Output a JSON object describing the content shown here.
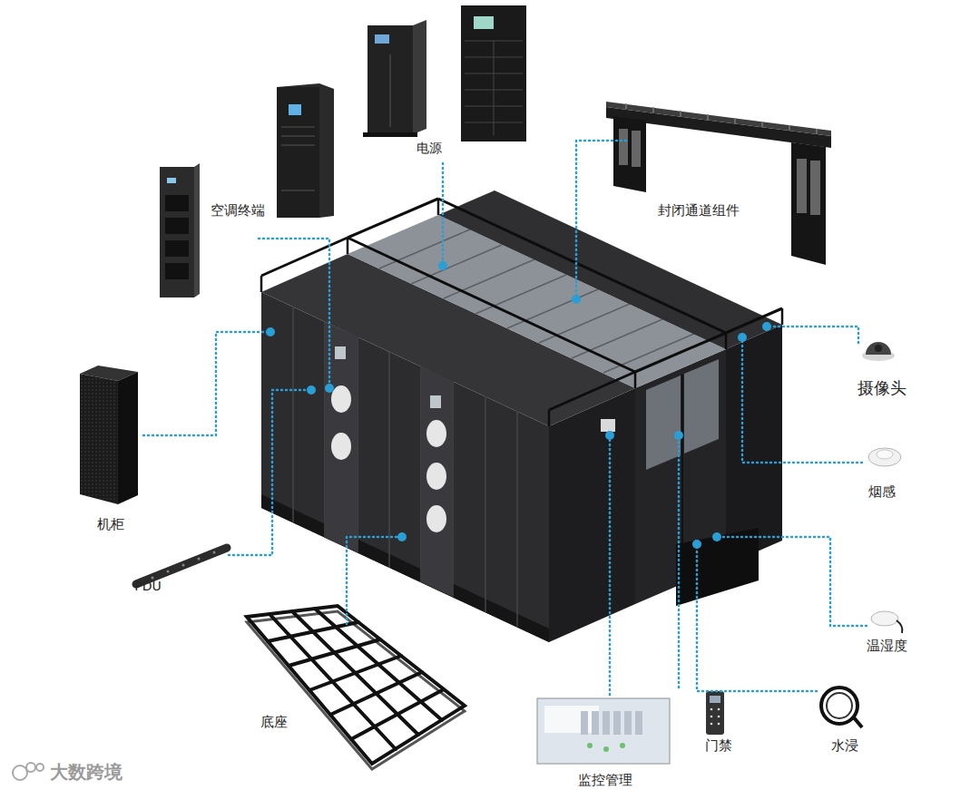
{
  "diagram": {
    "labels": [
      "电源",
      "空调终端",
      "封闭通道组件",
      "摄像头",
      "烟感",
      "机柜",
      "PDU",
      "温湿度",
      "底座",
      "门禁",
      "水浸",
      "大数跨境",
      "监控管理"
    ]
  }
}
